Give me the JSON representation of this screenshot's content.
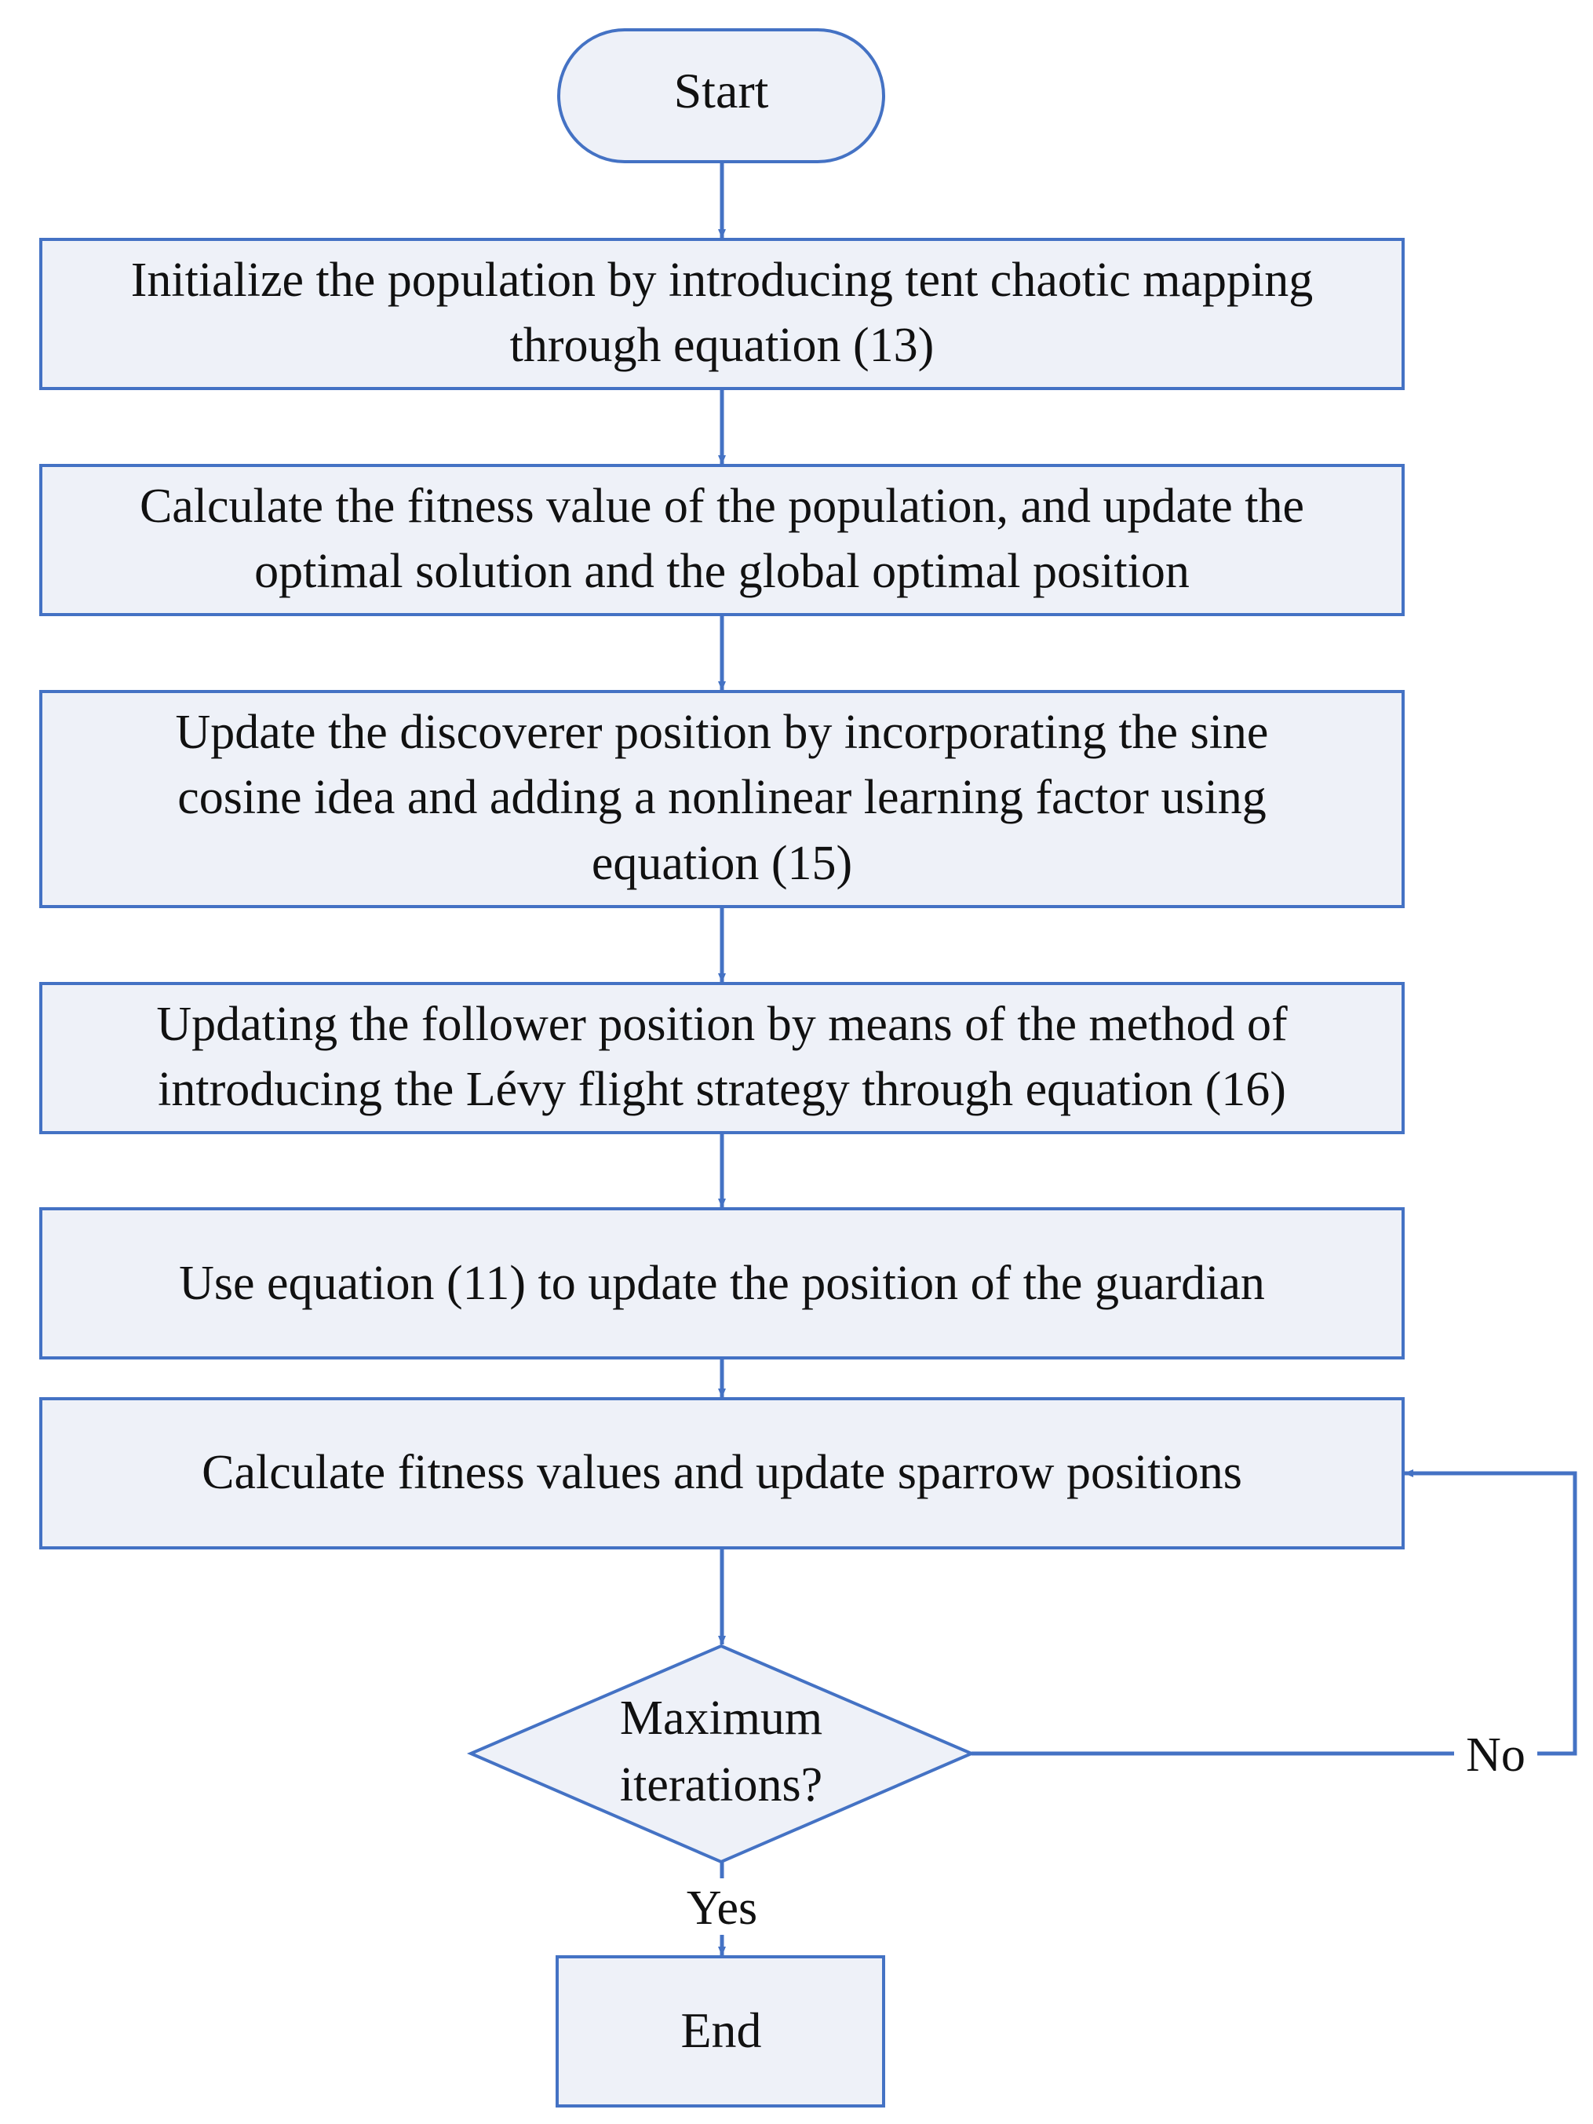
{
  "flowchart": {
    "start": "Start",
    "steps": [
      [
        "Initialize the population by introducing tent chaotic mapping",
        "through equation (13)"
      ],
      [
        "Calculate the fitness value of the population, and update the",
        "optimal solution and the global optimal position"
      ],
      [
        "Update the discoverer position by incorporating the sine",
        "cosine idea and adding a nonlinear learning factor using",
        "equation (15)"
      ],
      [
        "Updating the follower position by means of the method of",
        "introducing the Lévy flight strategy through equation (16)"
      ],
      [
        "Use equation (11) to update the position of the guardian"
      ],
      [
        "Calculate fitness values and update sparrow positions"
      ]
    ],
    "decision": [
      "Maximum",
      "iterations?"
    ],
    "no_label": "No",
    "yes_label": "Yes",
    "end": "End"
  },
  "colors": {
    "stroke": "#4472C4",
    "box_fill": "#EEF1F8",
    "text": "#111111"
  }
}
